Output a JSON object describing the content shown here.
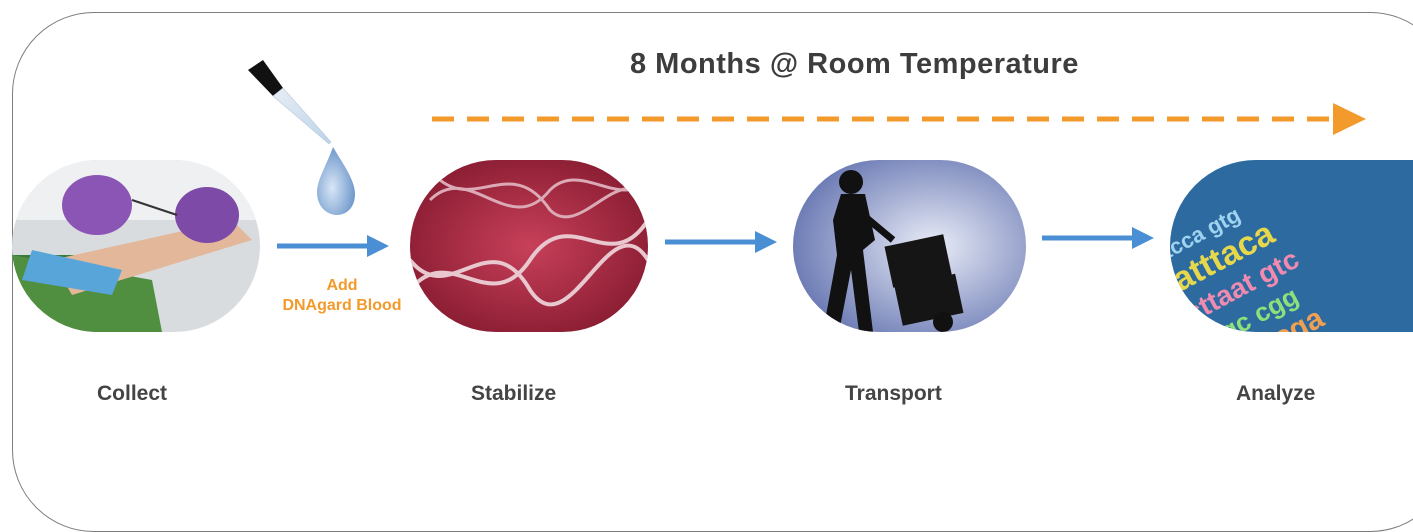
{
  "headline": "8 Months @ Room Temperature",
  "add_label": [
    "Add",
    "DNAgard Blood"
  ],
  "stages": [
    {
      "label": "Collect",
      "icon": "blood-draw-photo"
    },
    {
      "label": "Stabilize",
      "icon": "dna-helix-photo"
    },
    {
      "label": "Transport",
      "icon": "hand-truck-silhouette-photo"
    },
    {
      "label": "Analyze",
      "icon": "dna-sequence-letters-photo"
    }
  ],
  "colors": {
    "accent_orange": "#f39a2c",
    "arrow_blue": "#4a8fd4",
    "frame_gray": "#7d7d7d",
    "text_gray": "#444444"
  }
}
